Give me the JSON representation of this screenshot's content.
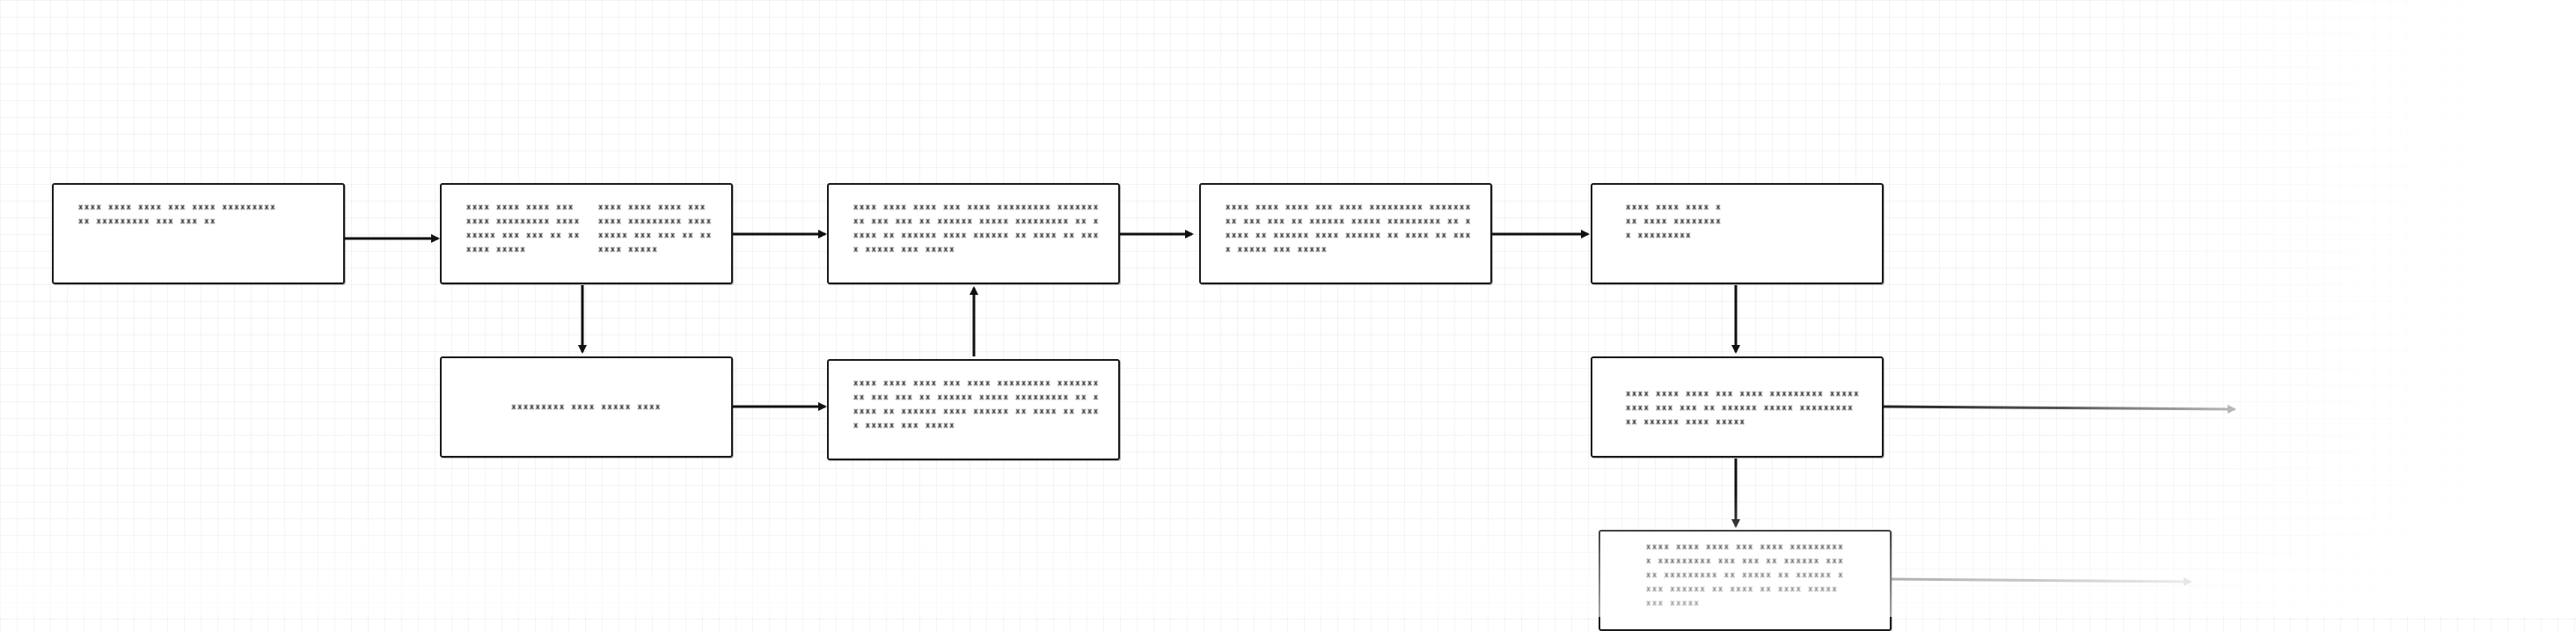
{
  "nodes": {
    "n1": {
      "text": "xxxx xxxx xxxx xxx xxxx xxxxxxxxxxx xxxxxxxxx xxx xxx xx"
    },
    "n2": {
      "text_left": "xxxx xxxx xxxx xxx xxxx xxxxxxxxx xxxxxxxxx xxx xxx xx xxxxxx xxxxx",
      "text_right": "xxxx xxxx xxxx xxx xxxx xxxxxxxxx xxxxxxxxx xxx xxx xx xxxxxx xxxxx"
    },
    "n3": {
      "text": "xxxx xxxx xxxx xxx xxxx xxxxxxxxx xxxxxxxxx xxx xxx xx xxxxxx xxxxx xxxxxxxxx xx xxxxx xx xxxxxx xxxx xxxxxx xx xxxx xx xxxx xxxxx xxx xxxxx"
    },
    "n4": {
      "text": "xxxx xxxx xxxx xxx xxxx xxxxxxxxx xxxxxxxxx xxx xxx xx xxxxxx xxxxx xxxxxxxxx xx xxxxx xx xxxxxx xxxx xxxxxx xx xxxx xx xxxx xxxxx xxx xxxxx"
    },
    "n5": {
      "text": "xxxx xxxx xxxx xxx xxxx xxxxxxxxx xxxxxxxxx"
    },
    "n6": {
      "text": "xxxxxxxxx xxxx xxxxx xxxx"
    },
    "n7": {
      "text": "xxxx xxxx xxxx xxx xxxx xxxxxxxxx xxxxxxxxx xxx xxx xx xxxxxx xxxxx xxxxxxxxx xx xxxxx xx xxxxxx xxxx xxxxxx xx xxxx xx xxxx xxxxx xxx xxxxx"
    },
    "n8": {
      "text": "xxxx xxxx xxxx xxx xxxx xxxxxxxxx xxxxxxxxx xxx xxx xx xxxxxx xxxxx xxxxxxxxx xx xxxxxx xxxx xxxxx"
    },
    "n9": {
      "text": "xxxx xxxx xxxx xxx xxxx xxxxxxxxxx xxxxxxxxx xxx xxx xx xxxxxx xxxxx xxxxxxxxx xx xxxxx xx xxxxxx xxxx xxxxxx xx xxxx xx xxxx xxxxx xxx xxxxx"
    }
  },
  "colors": {
    "stroke": "#1a1a1a",
    "arrow": "#111111",
    "grid": "#e9e9e9",
    "background": "#ffffff"
  }
}
